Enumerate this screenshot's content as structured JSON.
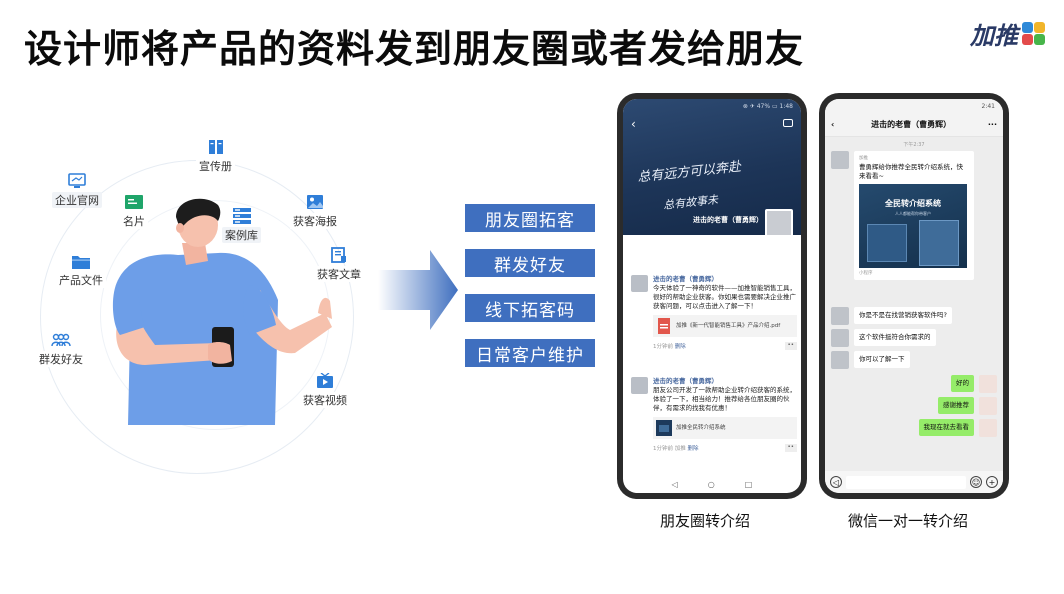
{
  "title": "设计师将产品的资料发到朋友圈或者发给朋友",
  "logo": {
    "text": "加推",
    "colors": [
      "#2e89d8",
      "#f1b52a",
      "#e34b4b",
      "#47b54a"
    ]
  },
  "diagram": {
    "nodes": [
      {
        "label": "宣传册",
        "icon": "brochure-icon"
      },
      {
        "label": "企业官网",
        "icon": "website-icon"
      },
      {
        "label": "名片",
        "icon": "business-card-icon"
      },
      {
        "label": "获客海报",
        "icon": "poster-icon"
      },
      {
        "label": "案例库",
        "icon": "case-library-icon"
      },
      {
        "label": "获客文章",
        "icon": "article-icon"
      },
      {
        "label": "产品文件",
        "icon": "folder-icon"
      },
      {
        "label": "群发好友",
        "icon": "group-icon"
      },
      {
        "label": "获客视频",
        "icon": "video-icon"
      }
    ]
  },
  "tags": [
    "朋友圈拓客",
    "群发好友",
    "线下拓客码",
    "日常客户维护"
  ],
  "moments": {
    "status_right": "⊗ ✈ 47% ▭ 1:48",
    "slogan1": "总有远方可以奔赴",
    "slogan2": "总有故事未",
    "nickname": "进击的老曹（曹勇辉）",
    "posts": [
      {
        "name": "进击的老曹（曹勇辉）",
        "text": "今天体验了一神奇的软件——加推智能销售工具，很好的帮助企业获客。你如果也需要解决企业推广获客问题，可以点击进入了解一下！",
        "attachment": "加推《新一代智能销售工具》产品介绍.pdf",
        "time": "1分钟前",
        "delete": "删除"
      },
      {
        "name": "进击的老曹（曹勇辉）",
        "text": "朋友公司开发了一款帮助企业转介绍获客的系统，体验了一下，相当给力！推荐给各位朋友圈的伙伴，有需求的找我有优惠！",
        "attachment": "加推全民转介绍系统",
        "time": "1分钟前",
        "author": "加推",
        "delete": "删除"
      }
    ],
    "nav": [
      "◁",
      "○",
      "□"
    ]
  },
  "chat": {
    "status_right": "2:41",
    "title": "进击的老曹（曹勇辉）",
    "more": "···",
    "time": "下午2:37",
    "card": {
      "sender": "加推",
      "text": "曹勇辉给你推荐全民转介绍系统，快来看看~",
      "image_title": "全民转介绍系统",
      "image_sub": "人人都能帮你带客户",
      "footer": "小程序"
    },
    "left_messages": [
      "你是不是在找营销获客软件吗?",
      "这个软件挺符合你需求的",
      "你可以了解一下"
    ],
    "right_messages": [
      "好的",
      "感谢推荐",
      "我现在就去看看"
    ]
  },
  "captions": [
    "朋友圈转介绍",
    "微信一对一转介绍"
  ]
}
